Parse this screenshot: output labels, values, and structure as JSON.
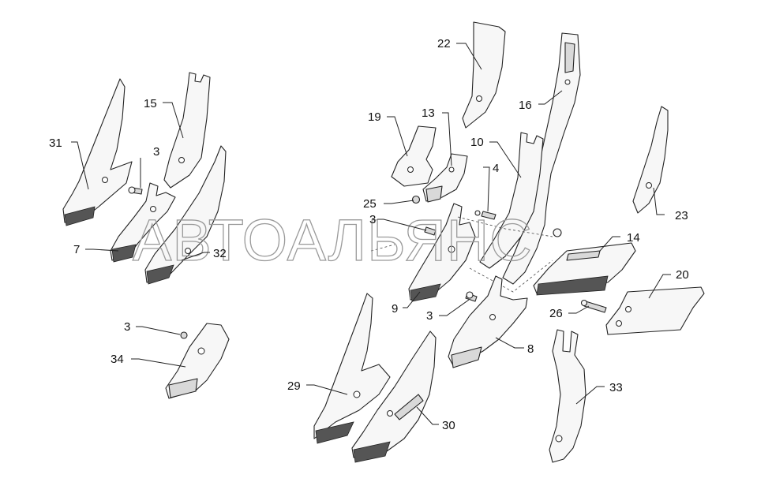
{
  "watermark": "АВТОАЛЬЯНС",
  "callouts": {
    "c31": "31",
    "c15": "15",
    "c3a": "3",
    "c7": "7",
    "c32": "32",
    "c3b": "3",
    "c34": "34",
    "c22": "22",
    "c19": "19",
    "c13": "13",
    "c10": "10",
    "c16": "16",
    "c4": "4",
    "c25": "25",
    "c3c": "3",
    "c23": "23",
    "c14": "14",
    "c9": "9",
    "c3d": "3",
    "c20": "20",
    "c26": "26",
    "c8": "8",
    "c29": "29",
    "c30": "30",
    "c33": "33"
  }
}
